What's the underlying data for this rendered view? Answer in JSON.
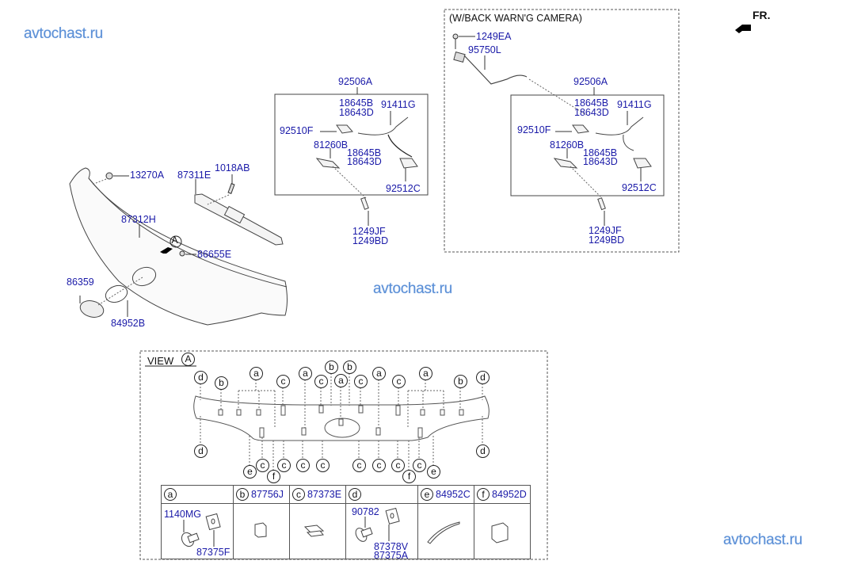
{
  "watermarks": [
    "avtochast.ru",
    "avtochast.ru",
    "avtochast.ru"
  ],
  "orientation": {
    "label": "FR.",
    "icon": "front-arrow-icon"
  },
  "main_assembly": {
    "parts": {
      "nut": "13270A",
      "garnish_bracket": "87311E",
      "bolt": "1018AB",
      "garnish": "87312H",
      "view_marker": "A",
      "clip": "86655E",
      "emblem": "86359",
      "emblem_tape": "84952B"
    }
  },
  "license_lamp_box": {
    "assembly": "92506A",
    "parts": {
      "socket_top_1": "18645B",
      "socket_top_2": "18643D",
      "wiring": "91411G",
      "lamp_left": "92510F",
      "handle_switch": "81260B",
      "socket_bottom_1": "18645B",
      "socket_bottom_2": "18643D",
      "lamp_right": "92512C",
      "screw_1": "1249JF",
      "screw_2": "1249BD"
    }
  },
  "camera_box": {
    "title": "(W/BACK WARN'G CAMERA)",
    "screw": "1249EA",
    "camera": "95750L",
    "assembly": "92506A",
    "parts": {
      "socket_top_1": "18645B",
      "socket_top_2": "18643D",
      "wiring": "91411G",
      "lamp_left": "92510F",
      "handle_switch": "81260B",
      "socket_bottom_1": "18645B",
      "socket_bottom_2": "18643D",
      "lamp_right": "92512C",
      "screw_1": "1249JF",
      "screw_2": "1249BD"
    }
  },
  "view_a": {
    "title": "VIEW",
    "marker": "A",
    "callouts_top": [
      "d",
      "b",
      "a",
      "c",
      "a",
      "c",
      "b",
      "a",
      "b",
      "c",
      "a",
      "c",
      "a",
      "b",
      "d"
    ],
    "callouts_bottom": [
      "d",
      "e",
      "c",
      "f",
      "c",
      "c",
      "c",
      "c",
      "c",
      "c",
      "c",
      "f",
      "c",
      "e",
      "d"
    ],
    "legend": [
      {
        "key": "a",
        "part": "",
        "subparts": [
          "1140MG",
          "87375F"
        ]
      },
      {
        "key": "b",
        "part": "87756J",
        "subparts": []
      },
      {
        "key": "c",
        "part": "87373E",
        "subparts": []
      },
      {
        "key": "d",
        "part": "",
        "subparts": [
          "90782",
          "87378V",
          "87375A"
        ]
      },
      {
        "key": "e",
        "part": "84952C",
        "subparts": []
      },
      {
        "key": "f",
        "part": "84952D",
        "subparts": []
      }
    ]
  }
}
